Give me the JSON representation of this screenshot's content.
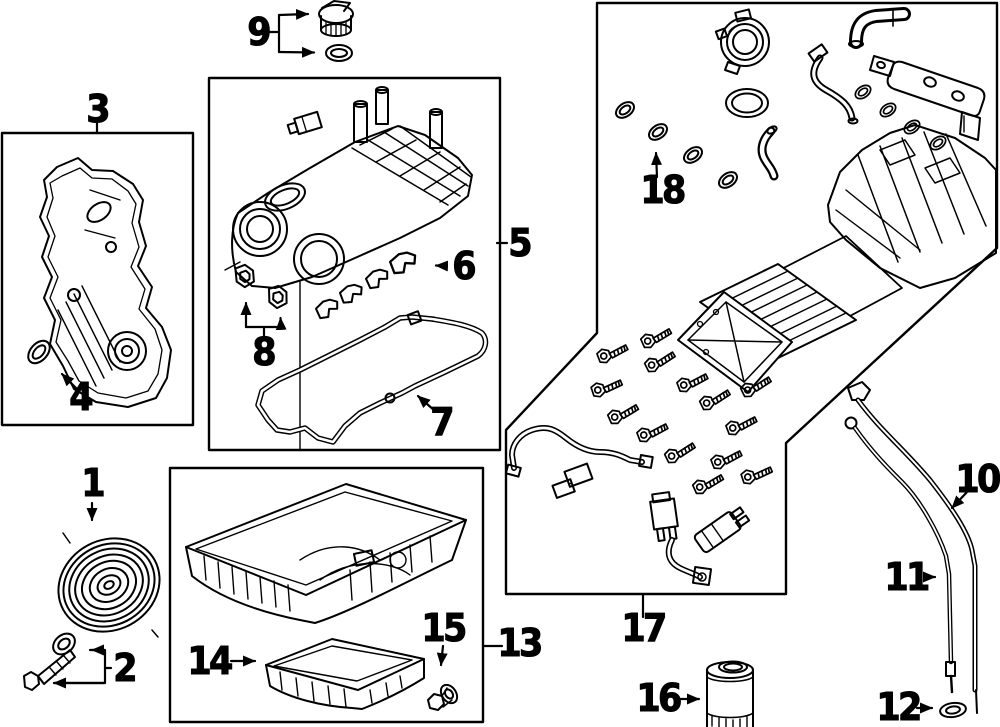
{
  "figure": {
    "background_color": "#ffffff",
    "line_color": "#000000",
    "type": "exploded-parts-diagram"
  },
  "callouts": [
    {
      "label": "1",
      "part": "crankshaft-pulley"
    },
    {
      "label": "2",
      "part": "pulley-bolt-and-washer"
    },
    {
      "label": "3",
      "part": "timing-cover"
    },
    {
      "label": "4",
      "part": "front-crank-seal"
    },
    {
      "label": "5",
      "part": "valve-cover-assembly"
    },
    {
      "label": "6",
      "part": "spark-plug-tube-seals"
    },
    {
      "label": "7",
      "part": "valve-cover-gasket"
    },
    {
      "label": "8",
      "part": "o-ring-seals"
    },
    {
      "label": "9",
      "part": "oil-filler-cap-and-gasket"
    },
    {
      "label": "10",
      "part": "dipstick-tube"
    },
    {
      "label": "11",
      "part": "dipstick"
    },
    {
      "label": "12",
      "part": "tube-o-ring"
    },
    {
      "label": "13",
      "part": "upper-oil-pan-group"
    },
    {
      "label": "14",
      "part": "lower-oil-pan"
    },
    {
      "label": "15",
      "part": "drain-plug"
    },
    {
      "label": "16",
      "part": "oil-filter"
    },
    {
      "label": "17",
      "part": "hardware-and-sensor-kit"
    },
    {
      "label": "18",
      "part": "gasket-seal-set"
    }
  ]
}
